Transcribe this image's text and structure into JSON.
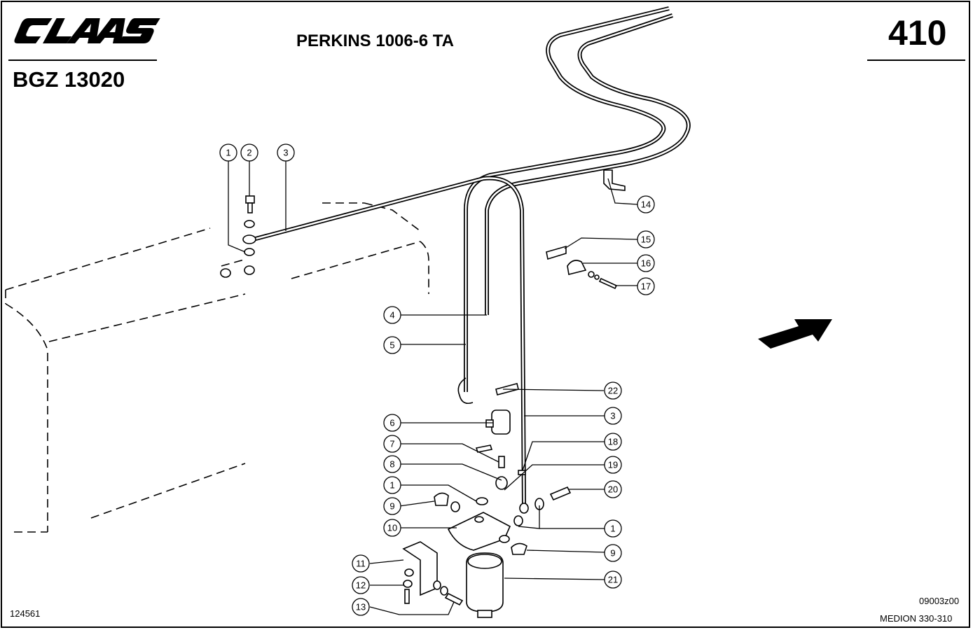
{
  "header": {
    "brand_logo_text": "CLAAS",
    "model": "BGZ 13020",
    "engine": "PERKINS 1006-6 TA",
    "page_number": "410"
  },
  "footer": {
    "illustration_number": "124561",
    "drawing_code": "09003z00",
    "machine_models": "MEDION 330-310"
  },
  "callouts": [
    {
      "id": "c1-top",
      "label": "1"
    },
    {
      "id": "c2-top",
      "label": "2"
    },
    {
      "id": "c3-top",
      "label": "3"
    },
    {
      "id": "c14",
      "label": "14"
    },
    {
      "id": "c15",
      "label": "15"
    },
    {
      "id": "c16",
      "label": "16"
    },
    {
      "id": "c17",
      "label": "17"
    },
    {
      "id": "c4",
      "label": "4"
    },
    {
      "id": "c5",
      "label": "5"
    },
    {
      "id": "c22",
      "label": "22"
    },
    {
      "id": "c3-mid",
      "label": "3"
    },
    {
      "id": "c6",
      "label": "6"
    },
    {
      "id": "c7",
      "label": "7"
    },
    {
      "id": "c18",
      "label": "18"
    },
    {
      "id": "c8",
      "label": "8"
    },
    {
      "id": "c19",
      "label": "19"
    },
    {
      "id": "c1-left",
      "label": "1"
    },
    {
      "id": "c20",
      "label": "20"
    },
    {
      "id": "c9-left",
      "label": "9"
    },
    {
      "id": "c10",
      "label": "10"
    },
    {
      "id": "c1-right",
      "label": "1"
    },
    {
      "id": "c9-right",
      "label": "9"
    },
    {
      "id": "c11",
      "label": "11"
    },
    {
      "id": "c21",
      "label": "21"
    },
    {
      "id": "c12",
      "label": "12"
    },
    {
      "id": "c13",
      "label": "13"
    }
  ],
  "colors": {
    "ink": "#000000",
    "paper": "#ffffff"
  }
}
